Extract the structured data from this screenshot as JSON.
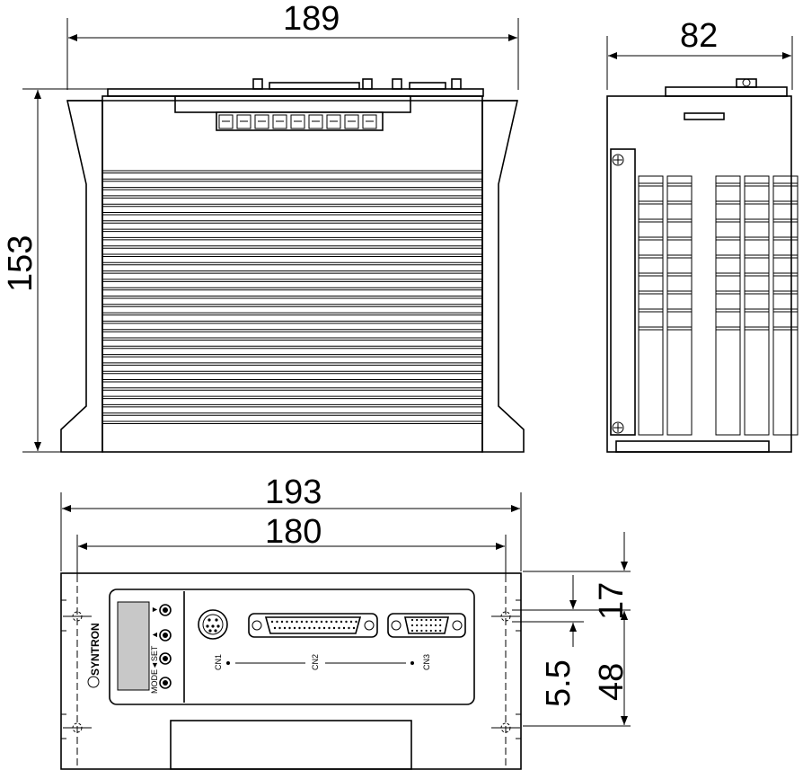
{
  "dimensions": {
    "front_width": "189",
    "front_height": "153",
    "side_width": "82",
    "bottom_outer_width": "193",
    "bottom_inner_width": "180",
    "bottom_offset_top": "17",
    "bottom_hole_spacing": "5.5",
    "bottom_height": "48"
  },
  "panel": {
    "brand": "SYNTRON",
    "key_down": "▼",
    "key_up": "▲",
    "key_set": "◄SET",
    "key_mode": "MODE",
    "connectors": [
      "CN1",
      "CN2",
      "CN3"
    ]
  }
}
